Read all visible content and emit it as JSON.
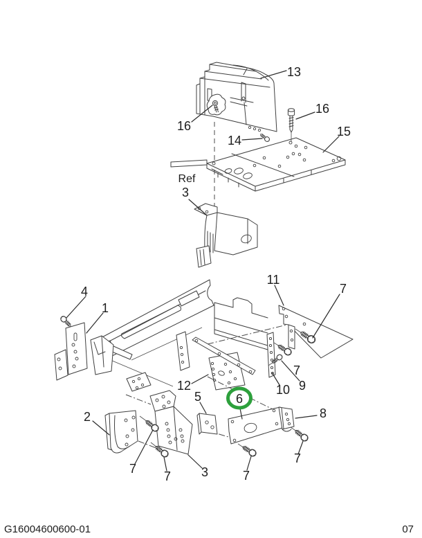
{
  "diagram": {
    "type": "exploded-parts-diagram",
    "description": "Exploded view of module mounting plate and frame bracket hardware",
    "background_color": "#ffffff",
    "line_color": "#3f3f3f",
    "highlight_color": "#2da03c",
    "highlighted_callout": "6"
  },
  "callouts": {
    "c13": "13",
    "c16_left": "16",
    "c16_right": "16",
    "c14": "14",
    "c15": "15",
    "ref_label": "Ref",
    "ref_number": "3",
    "c4": "4",
    "c1": "1",
    "c11": "11",
    "c7_top_right": "7",
    "c12": "12",
    "c5": "5",
    "c6": "6",
    "c2": "2",
    "c10": "10",
    "c9": "9",
    "c7_mid_right": "7",
    "c8": "8",
    "c3": "3",
    "c7_bottom_left": "7",
    "c7_bottom_mid_left": "7",
    "c7_bottom_mid": "7",
    "c7_bottom_right": "7"
  },
  "footer": {
    "doc_number": "G16004600600-01",
    "page_number": "07"
  }
}
